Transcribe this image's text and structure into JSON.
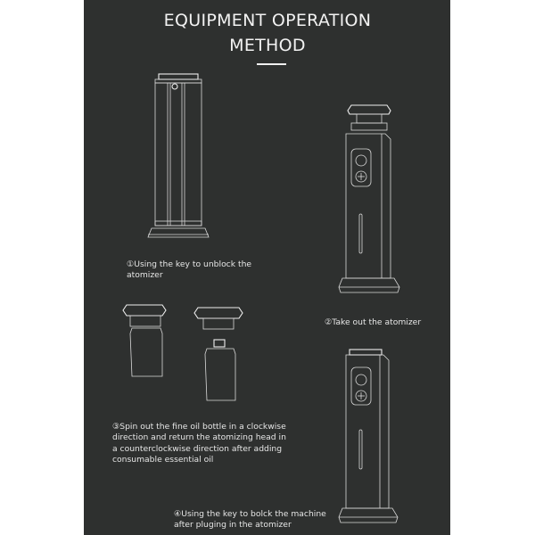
{
  "header": {
    "title_line1": "EQUIPMENT OPERATION",
    "title_line2": "METHOD"
  },
  "steps": [
    {
      "number": "①",
      "text": "Using the key to  unblock the\natomizer"
    },
    {
      "number": "②",
      "text": "Take out the atomizer"
    },
    {
      "number": "③",
      "text": "Spin out the fine oil bottle in a clockwise\ndirection and return the atomizing head in\na counterclockwise direction after adding\nconsumable essential oil"
    },
    {
      "number": "④",
      "text": "Using the key to bolck the machine\nafter pluging in the atomizer"
    }
  ],
  "colors": {
    "background": "#2e302f",
    "text": "#e6e6e6",
    "line_art": "#d9d9d9"
  }
}
